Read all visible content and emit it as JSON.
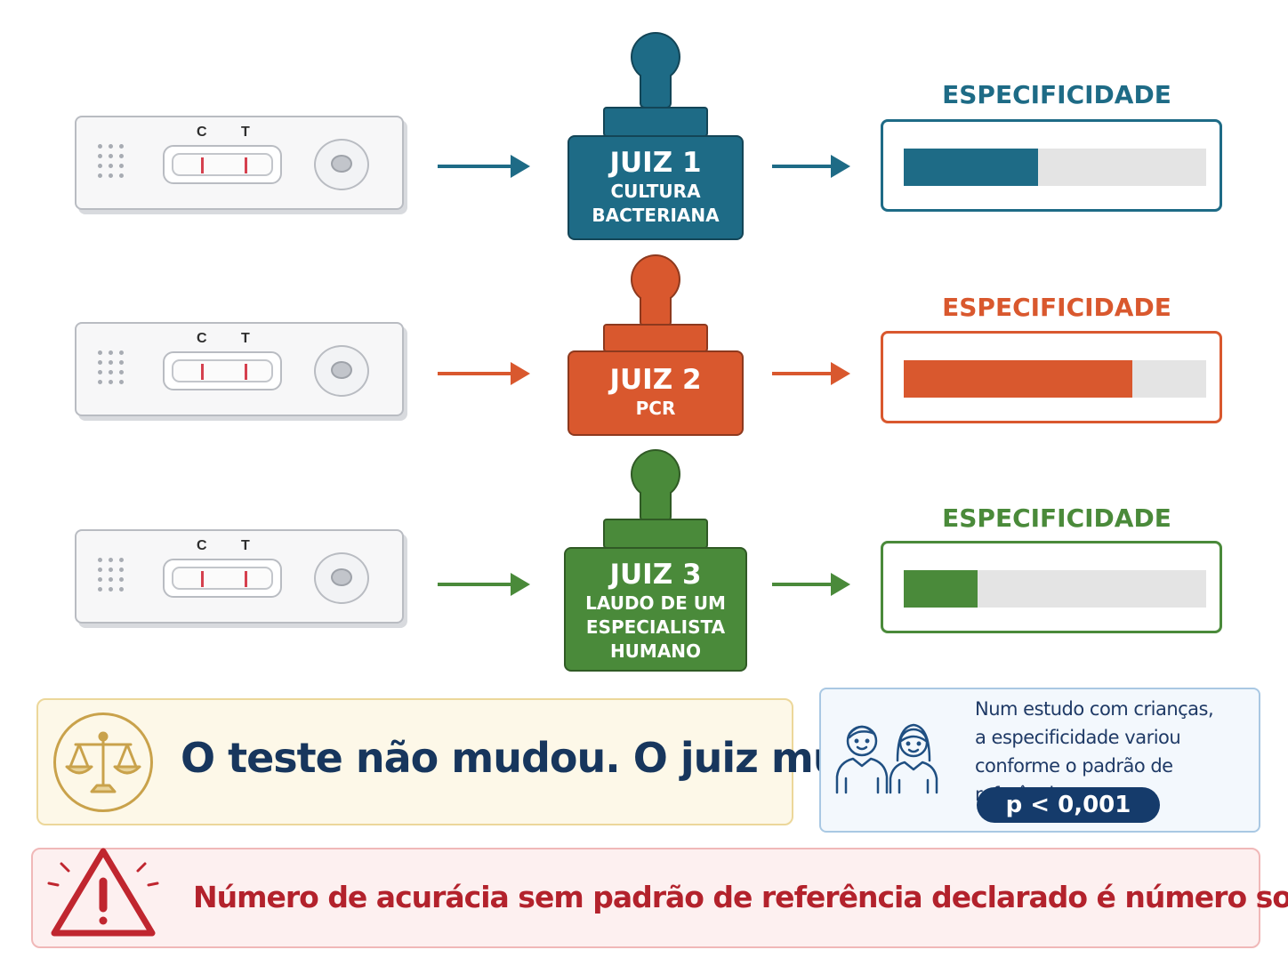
{
  "cassette": {
    "control_letter": "C",
    "test_letter": "T"
  },
  "rows": [
    {
      "judge": "JUIZ 1",
      "standard_lines": [
        "CULTURA",
        "BACTERIANA"
      ],
      "spec_label": "ESPECIFICIDADE",
      "color": "#1e6b86",
      "specificity_level": 0.445
    },
    {
      "judge": "JUIZ 2",
      "standard_lines": [
        "PCR"
      ],
      "spec_label": "ESPECIFICIDADE",
      "color": "#d9582e",
      "specificity_level": 0.755
    },
    {
      "judge": "JUIZ 3",
      "standard_lines": [
        "LAUDO DE UM",
        "ESPECIALISTA",
        "HUMANO"
      ],
      "spec_label": "ESPECIFICIDADE",
      "color": "#4a8a3a",
      "specificity_level": 0.245
    }
  ],
  "quote": {
    "text": "O teste não mudou. O juiz mudou.",
    "icon": "scales-icon"
  },
  "study": {
    "lines": [
      "Num estudo com crianças,",
      "a especificidade variou",
      "conforme o padrão de referência."
    ],
    "p_value": "p < 0,001",
    "icon": "children-icon"
  },
  "warning": {
    "text": "Número de acurácia sem padrão de referência declarado é número solto.",
    "icon": "warning-triangle-icon"
  }
}
